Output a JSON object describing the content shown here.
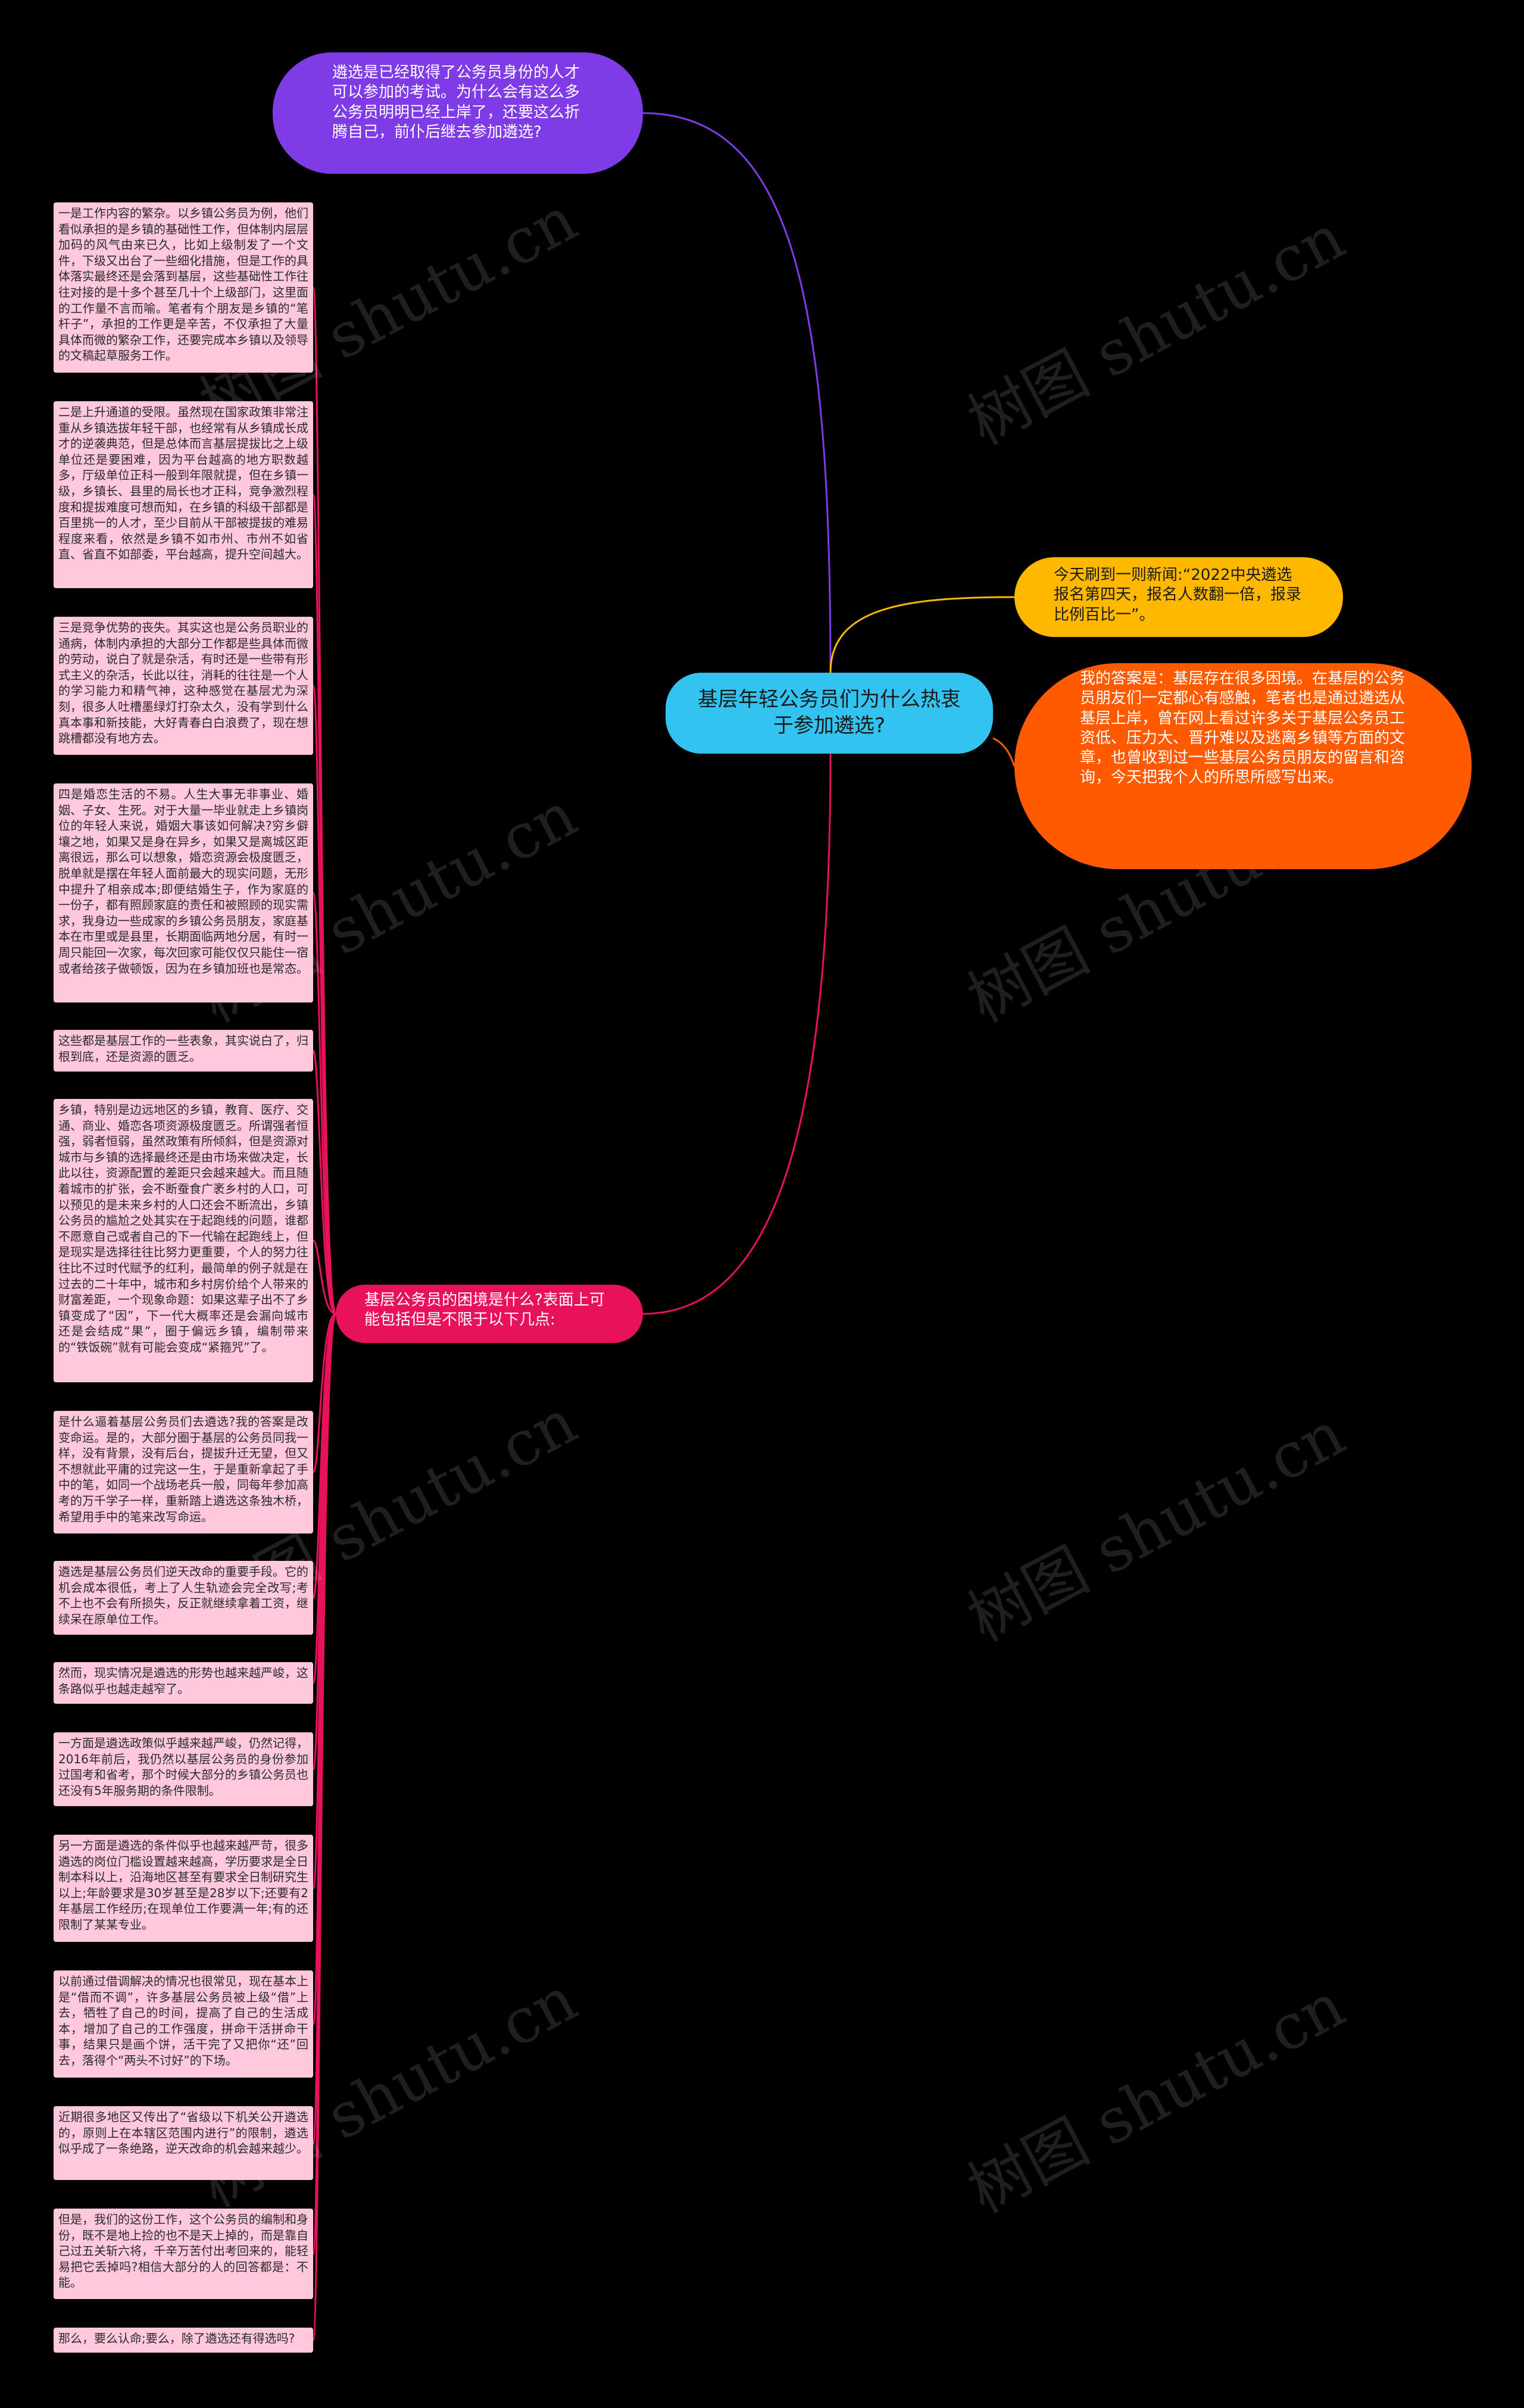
{
  "root": {
    "text": "基层年轻公务员们为什么热衷于参加遴选?"
  },
  "top_branch": {
    "text": "遴选是已经取得了公务员身份的人才可以参加的考试。为什么会有这么多公务员明明已经上岸了，还要这么折腾自己，前仆后继去参加遴选?"
  },
  "news_branch": {
    "text": "今天刷到一则新闻:“2022中央遴选报名第四天，报名人数翻一倍，报录比例百比一”。"
  },
  "answer_branch": {
    "text": "我的答案是：基层存在很多困境。在基层的公务员朋友们一定都心有感触，笔者也是通过遴选从基层上岸，曾在网上看过许多关于基层公务员工资低、压力大、晋升难以及逃离乡镇等方面的文章，也曾收到过一些基层公务员朋友的留言和咨询，今天把我个人的所思所感写出来。"
  },
  "dilemma_branch": {
    "text": "基层公务员的困境是什么?表面上可能包括但是不限于以下几点:",
    "items": [
      "一是工作内容的繁杂。以乡镇公务员为例，他们看似承担的是乡镇的基础性工作，但体制内层层加码的风气由来已久，比如上级制发了一个文件，下级又出台了一些细化措施，但是工作的具体落实最终还是会落到基层，这些基础性工作往往对接的是十多个甚至几十个上级部门，这里面的工作量不言而喻。笔者有个朋友是乡镇的“笔杆子”，承担的工作更是辛苦，不仅承担了大量具体而微的繁杂工作，还要完成本乡镇以及领导的文稿起草服务工作。",
      "二是上升通道的受限。虽然现在国家政策非常注重从乡镇选拔年轻干部，也经常有从乡镇成长成才的逆袭典范，但是总体而言基层提拔比之上级单位还是要困难，因为平台越高的地方职数越多，厅级单位正科一般到年限就提，但在乡镇一级，乡镇长、县里的局长也才正科，竞争激烈程度和提拔难度可想而知，在乡镇的科级干部都是百里挑一的人才，至少目前从干部被提拔的难易程度来看，依然是乡镇不如市州、市州不如省直、省直不如部委，平台越高，提升空间越大。",
      "三是竞争优势的丧失。其实这也是公务员职业的通病，体制内承担的大部分工作都是些具体而微的劳动，说白了就是杂活，有时还是一些带有形式主义的杂活，长此以往，消耗的往往是一个人的学习能力和精气神，这种感觉在基层尤为深刻，很多人吐槽墨绿灯打杂太久，没有学到什么真本事和新技能，大好青春白白浪费了，现在想跳槽都没有地方去。",
      "四是婚恋生活的不易。人生大事无非事业、婚姻、子女、生死。对于大量一毕业就走上乡镇岗位的年轻人来说，婚姻大事该如何解决?穷乡僻壤之地，如果又是身在异乡，如果又是离城区距离很远，那么可以想象，婚恋资源会极度匮乏，脱单就是摆在年轻人面前最大的现实问题，无形中提升了相亲成本;即便结婚生子，作为家庭的一份子，都有照顾家庭的责任和被照顾的现实需求，我身边一些成家的乡镇公务员朋友，家庭基本在市里或是县里，长期面临两地分居，有时一周只能回一次家，每次回家可能仅仅只能住一宿或者给孩子做顿饭，因为在乡镇加班也是常态。",
      "这些都是基层工作的一些表象，其实说白了，归根到底，还是资源的匮乏。",
      "乡镇，特别是边远地区的乡镇，教育、医疗、交通、商业、婚恋各项资源极度匮乏。所谓强者恒强，弱者恒弱，虽然政策有所倾斜，但是资源对城市与乡镇的选择最终还是由市场来做决定，长此以往，资源配置的差距只会越来越大。而且随着城市的扩张，会不断蚕食广袤乡村的人口，可以预见的是未来乡村的人口还会不断流出，乡镇公务员的尴尬之处其实在于起跑线的问题，谁都不愿意自己或者自己的下一代输在起跑线上，但是现实是选择往往比努力更重要，个人的努力往往比不过时代赋予的红利，最简单的例子就是在过去的二十年中，城市和乡村房价给个人带来的财富差距，一个现象命题：如果这辈子出不了乡镇变成了“因”，下一代大概率还是会漏向城市还是会结成“果”，圈于偏远乡镇，编制带来的“铁饭碗”就有可能会变成“紧箍咒”了。",
      "是什么逼着基层公务员们去遴选?我的答案是改变命运。是的，大部分圈于基层的公务员同我一样，没有背景，没有后台，提拔升迁无望，但又不想就此平庸的过完这一生，于是重新拿起了手中的笔，如同一个战场老兵一般，同每年参加高考的万千学子一样，重新踏上遴选这条独木桥，希望用手中的笔来改写命运。",
      "遴选是基层公务员们逆天改命的重要手段。它的机会成本很低，考上了人生轨迹会完全改写;考不上也不会有所损失，反正就继续拿着工资，继续呆在原单位工作。",
      "然而，现实情况是遴选的形势也越来越严峻，这条路似乎也越走越窄了。",
      "一方面是遴选政策似乎越来越严峻，仍然记得，2016年前后，我仍然以基层公务员的身份参加过国考和省考，那个时候大部分的乡镇公务员也还没有5年服务期的条件限制。",
      "另一方面是遴选的条件似乎也越来越严苛，很多遴选的岗位门槛设置越来越高，学历要求是全日制本科以上，沿海地区甚至有要求全日制研究生以上;年龄要求是30岁甚至是28岁以下;还要有2年基层工作经历;在现单位工作要满一年;有的还限制了某某专业。",
      "以前通过借调解决的情况也很常见，现在基本上是“借而不调”，许多基层公务员被上级“借”上去，牺牲了自己的时间，提高了自己的生活成本，增加了自己的工作强度，拼命干活拼命干事，结果只是画个饼，活干完了又把你“还”回去，落得个“两头不讨好”的下场。",
      "近期很多地区又传出了“省级以下机关公开遴选的，原则上在本辖区范围内进行”的限制，遴选似乎成了一条绝路，逆天改命的机会越来越少。",
      "但是，我们的这份工作，这个公务员的编制和身份，既不是地上捡的也不是天上掉的，而是靠自己过五关斩六将，千辛万苦付出考回来的，能轻易把它丢掉吗?相信大部分的人的回答都是：不能。",
      "那么，要么认命;要么，除了遴选还有得选吗?"
    ]
  },
  "watermark": {
    "text": "树图 shutu.cn"
  },
  "colors": {
    "background": "#000000",
    "root": "#33c3f0",
    "top_branch": "#7f3ce6",
    "news_branch": "#ffb800",
    "answer_branch": "#ff5a00",
    "dilemma_branch": "#e8125c",
    "leaf": "#ffc8dc"
  }
}
